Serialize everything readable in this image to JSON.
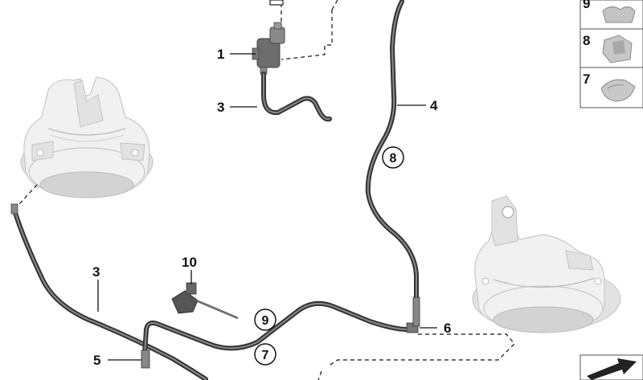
{
  "callouts": {
    "part_1": "1",
    "part_3_top": "3",
    "part_3_bottom": "3",
    "part_4": "4",
    "part_5": "5",
    "part_6": "6",
    "part_10": "10",
    "circle_8": "8",
    "circle_9": "9",
    "circle_7": "7"
  },
  "legend": [
    {
      "label": "9",
      "icon": "clip-double-icon"
    },
    {
      "label": "8",
      "icon": "clip-single-icon"
    },
    {
      "label": "7",
      "icon": "clip-open-icon"
    }
  ],
  "colors": {
    "hose": "#333333",
    "mount": "#f1f1f1",
    "line": "#111111"
  }
}
